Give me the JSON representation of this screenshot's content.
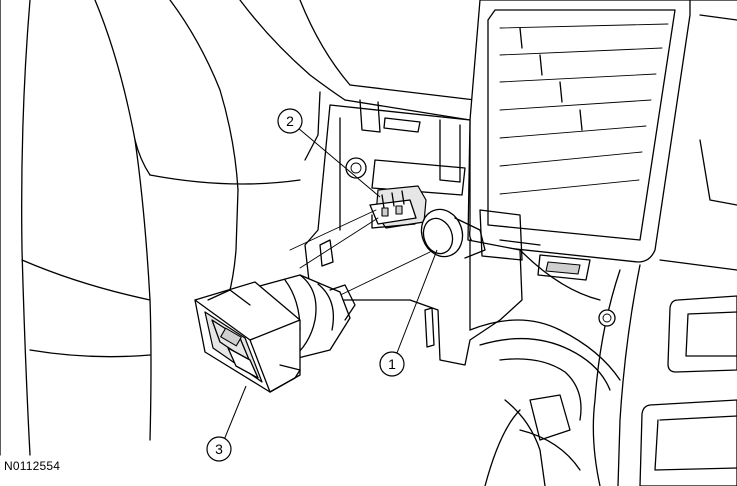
{
  "figure_id": "N0112554",
  "callouts": [
    {
      "label": "1"
    },
    {
      "label": "2"
    },
    {
      "label": "3"
    }
  ]
}
